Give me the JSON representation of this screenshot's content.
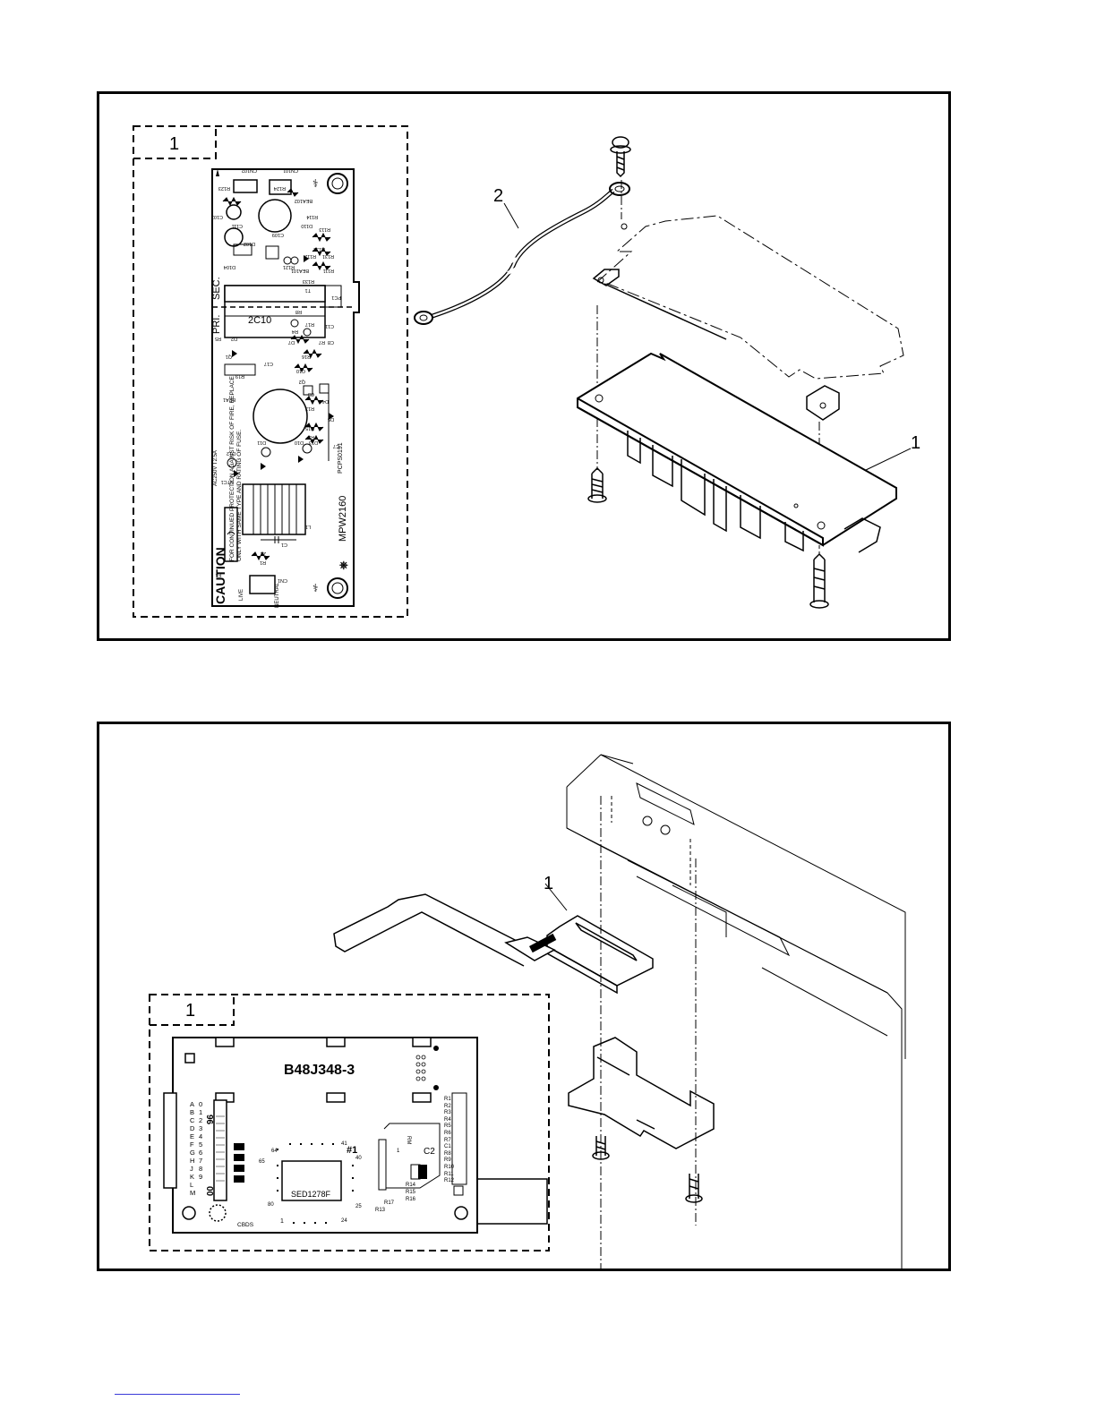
{
  "top_figure": {
    "callout_inset": "1",
    "callout_wire": "2",
    "callout_unit": "1",
    "pcb": {
      "model": "MPW2160",
      "board_code": "PCPS0191",
      "transformer": "2C10",
      "pri_label": "PRI.",
      "sec_label": "SEC.",
      "caution_title": "CAUTION",
      "caution_line1": "FOR CONTINUED PROTECTION AGAINST RISK OF FIRE, REPLACE",
      "caution_line2": "ONLY WITH SAME TYPE AND RATING OF FUSE.",
      "fuse_rating": "AC250V T2.5A",
      "live": "LIVE",
      "neutral": "NEUTRAL",
      "labels": [
        "CN102",
        "CN101",
        "R123",
        "R124",
        "BEA102",
        "C102",
        "R114",
        "D110",
        "C111",
        "R113",
        "C109",
        "D102",
        "R132",
        "R112",
        "R131",
        "D104",
        "R121",
        "BEA101",
        "R133",
        "R111",
        "T1",
        "PC1",
        "R8",
        "R17",
        "R5",
        "D2",
        "R4",
        "D7",
        "R7",
        "C11",
        "C8",
        "Q1",
        "C17",
        "R16",
        "R19",
        "C10",
        "Q2",
        "BEA1",
        "C3",
        "R13",
        "D5",
        "D4",
        "R15",
        "R2",
        "D12",
        "D11",
        "D10",
        "D13",
        "C7",
        "NTC1",
        "L1",
        "C1",
        "Z1",
        "R1",
        "F1",
        "CN1"
      ]
    }
  },
  "bottom_figure": {
    "callout_inset": "1",
    "callout_unit": "1",
    "pcb": {
      "board_id": "B48J348-3",
      "chip": "SED1278F",
      "chip_ref": "#1",
      "cap": "C2",
      "cbds": "CBDS",
      "pin_64": "64",
      "pin_41": "41",
      "pin_65": "65",
      "pin_40": "40",
      "pin_80": "80",
      "pin_25": "25",
      "pin_1": "1",
      "pin_24": "24",
      "pin_label_1": "1",
      "rm": "RM",
      "row_letters": [
        "A",
        "B",
        "C",
        "D",
        "E",
        "F",
        "G",
        "H",
        "J",
        "K",
        "L",
        "M"
      ],
      "row_digits": [
        "0",
        "1",
        "2",
        "3",
        "4",
        "5",
        "6",
        "7",
        "8",
        "9"
      ],
      "conn_top": "96",
      "conn_bottom": "00",
      "resistors": [
        "R1",
        "R2",
        "R3",
        "R4",
        "R5",
        "R6",
        "R7",
        "C1",
        "R8",
        "R9",
        "R10",
        "R11",
        "R12"
      ],
      "r14": "R14",
      "r15": "R15",
      "r16": "R16",
      "r17": "R17",
      "r13": "R13"
    }
  }
}
